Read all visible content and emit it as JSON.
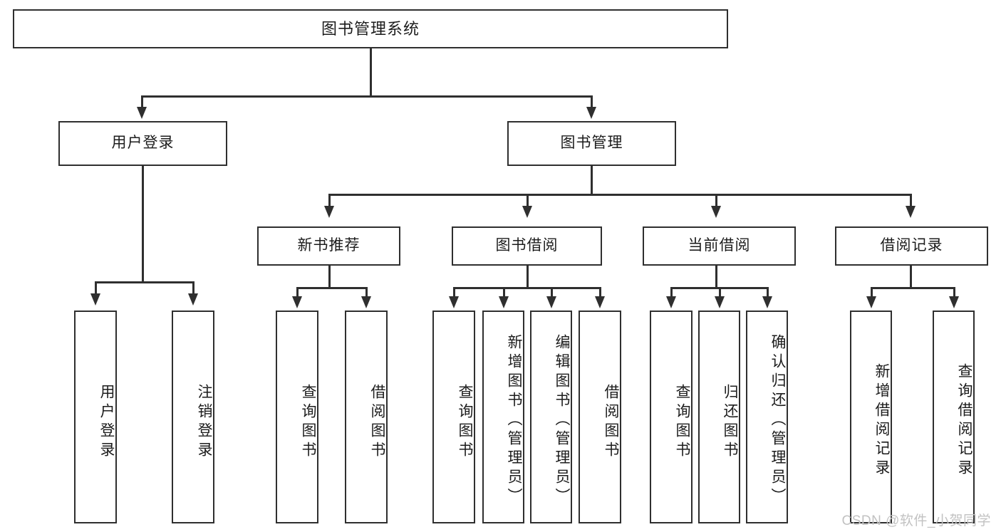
{
  "diagram": {
    "title": "图书管理系统",
    "type": "tree",
    "watermark": "CSDN @软件_小贺同学",
    "colors": {
      "stroke": "#2f2f2f",
      "fill": "#ffffff",
      "text": "#1c1c1c",
      "watermark": "#c2c2c2"
    },
    "levels": {
      "root": {
        "label": "图书管理系统"
      },
      "level2": [
        {
          "id": "user-login",
          "label": "用户登录"
        },
        {
          "id": "book-manage",
          "label": "图书管理"
        }
      ],
      "level3": [
        {
          "id": "new-book-recommend",
          "label": "新书推荐",
          "parent": "book-manage"
        },
        {
          "id": "book-borrow",
          "label": "图书借阅",
          "parent": "book-manage"
        },
        {
          "id": "current-borrow",
          "label": "当前借阅",
          "parent": "book-manage"
        },
        {
          "id": "borrow-record",
          "label": "借阅记录",
          "parent": "book-manage"
        }
      ],
      "leaves": [
        {
          "id": "leaf-user-login",
          "label": "用户登录",
          "parent": "user-login"
        },
        {
          "id": "leaf-user-logout",
          "label": "注销登录",
          "parent": "user-login"
        },
        {
          "id": "leaf-query-book-1",
          "label": "查询图书",
          "parent": "new-book-recommend"
        },
        {
          "id": "leaf-borrow-book-1",
          "label": "借阅图书",
          "parent": "new-book-recommend"
        },
        {
          "id": "leaf-query-book-2",
          "label": "查询图书",
          "parent": "book-borrow"
        },
        {
          "id": "leaf-add-book",
          "label": "新增图书（管理员）",
          "parent": "book-borrow"
        },
        {
          "id": "leaf-edit-book",
          "label": "编辑图书（管理员）",
          "parent": "book-borrow"
        },
        {
          "id": "leaf-borrow-book-2",
          "label": "借阅图书",
          "parent": "book-borrow"
        },
        {
          "id": "leaf-query-book-3",
          "label": "查询图书",
          "parent": "current-borrow"
        },
        {
          "id": "leaf-return-book",
          "label": "归还图书",
          "parent": "current-borrow"
        },
        {
          "id": "leaf-confirm-return",
          "label": "确认归还（管理员）",
          "parent": "current-borrow"
        },
        {
          "id": "leaf-add-record",
          "label": "新增借阅记录",
          "parent": "borrow-record"
        },
        {
          "id": "leaf-query-record",
          "label": "查询借阅记录",
          "parent": "borrow-record"
        }
      ]
    }
  }
}
